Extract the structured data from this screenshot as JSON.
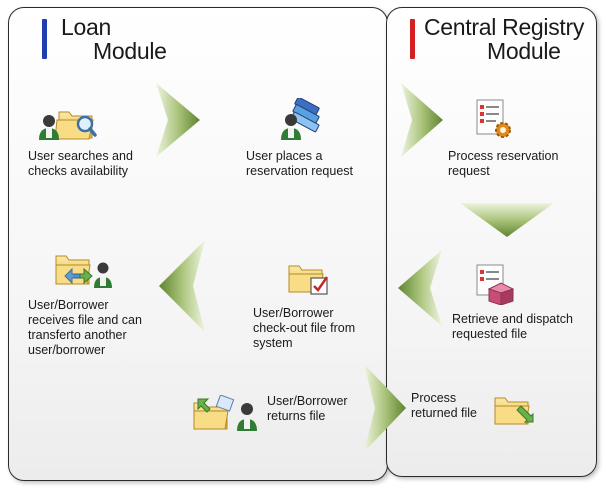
{
  "panels": {
    "loan": {
      "title_line1": "Loan",
      "title_line2": "Module",
      "accent_color": "#1f3fb0"
    },
    "central": {
      "title_line1": "Central Registry",
      "title_line2": "Module",
      "accent_color": "#d42020"
    }
  },
  "steps": {
    "search": {
      "line1": "User searches and",
      "line2": "checks availability"
    },
    "reserve": {
      "line1": "User places a",
      "line2": "reservation request"
    },
    "process": {
      "line1": "Process reservation",
      "line2": "request"
    },
    "dispatch": {
      "line1": "Retrieve and dispatch",
      "line2": "requested file"
    },
    "checkout": {
      "line1": "User/Borrower",
      "line2": "check-out file from",
      "line3": "system"
    },
    "receive": {
      "line1": "User/Borrower",
      "line2": "receives file and can",
      "line3": "transferto another",
      "line4": "user/borrower"
    },
    "return": {
      "line1": "User/Borrower",
      "line2": "returns file"
    },
    "returned": {
      "line1": "Process",
      "line2": "returned file"
    }
  },
  "colors": {
    "arrow_light": "#dfe9c7",
    "arrow_dark": "#6e8f35",
    "folder": "#f3d37a"
  }
}
